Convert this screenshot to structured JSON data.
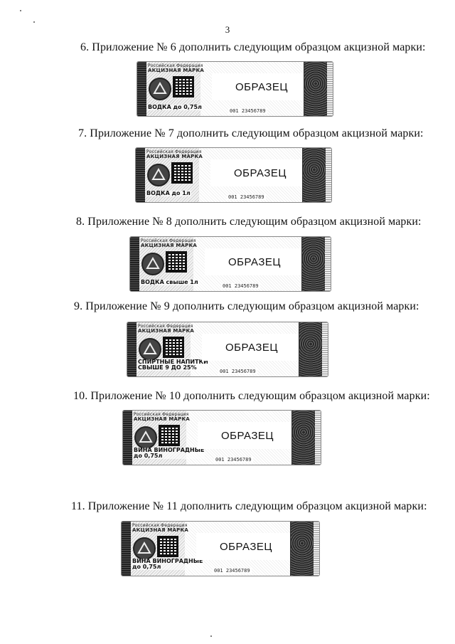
{
  "page": {
    "number": "3"
  },
  "items": [
    {
      "text": "6. Приложение № 6 дополнить следующим образцом акцизной марки:",
      "stamp": {
        "header_line1": "Российская Федерация",
        "header_line2": "АКЦИЗНАЯ МАРКА",
        "product": "ВОДКА до 0,75л",
        "label": "ОБРАЗЕЦ",
        "serial": "001 23456789"
      }
    },
    {
      "text": "7. Приложение № 7 дополнить следующим образцом акцизной марки:",
      "stamp": {
        "header_line1": "Российская Федерация",
        "header_line2": "АКЦИЗНАЯ МАРКА",
        "product": "ВОДКА до 1л",
        "label": "ОБРАЗЕЦ",
        "serial": "001 23456789"
      }
    },
    {
      "text": "8. Приложение № 8 дополнить следующим образцом акцизной марки:",
      "stamp": {
        "header_line1": "Российская Федерация",
        "header_line2": "АКЦИЗНАЯ МАРКА",
        "product": "ВОДКА свыше 1л",
        "label": "ОБРАЗЕЦ",
        "serial": "001 23456789"
      }
    },
    {
      "text": "9. Приложение № 9 дополнить следующим образцом акцизной марки:",
      "stamp": {
        "header_line1": "Российская Федерация",
        "header_line2": "АКЦИЗНАЯ МАРКА",
        "product": "СПИРТНЫЕ НАПИТКИ\nСВЫШЕ 9 ДО 25%",
        "label": "ОБРАЗЕЦ",
        "serial": "001 23456789"
      }
    },
    {
      "text": "10. Приложение № 10 дополнить следующим образцом акцизной марки:",
      "stamp": {
        "header_line1": "Российская Федерация",
        "header_line2": "АКЦИЗНАЯ МАРКА",
        "product": "ВИНА ВИНОГРАДНЫЕ\nдо 0,75л",
        "label": "ОБРАЗЕЦ",
        "serial": "001 23456789"
      }
    },
    {
      "text": "11. Приложение № 11 дополнить следующим образцом акцизной марки:",
      "stamp": {
        "header_line1": "Российская Федерация",
        "header_line2": "АКЦИЗНАЯ МАРКА",
        "product": "ВИНА ВИНОГРАДНЫЕ\nдо 0,75л",
        "label": "ОБРАЗЕЦ",
        "serial": "001 23456789"
      }
    }
  ]
}
